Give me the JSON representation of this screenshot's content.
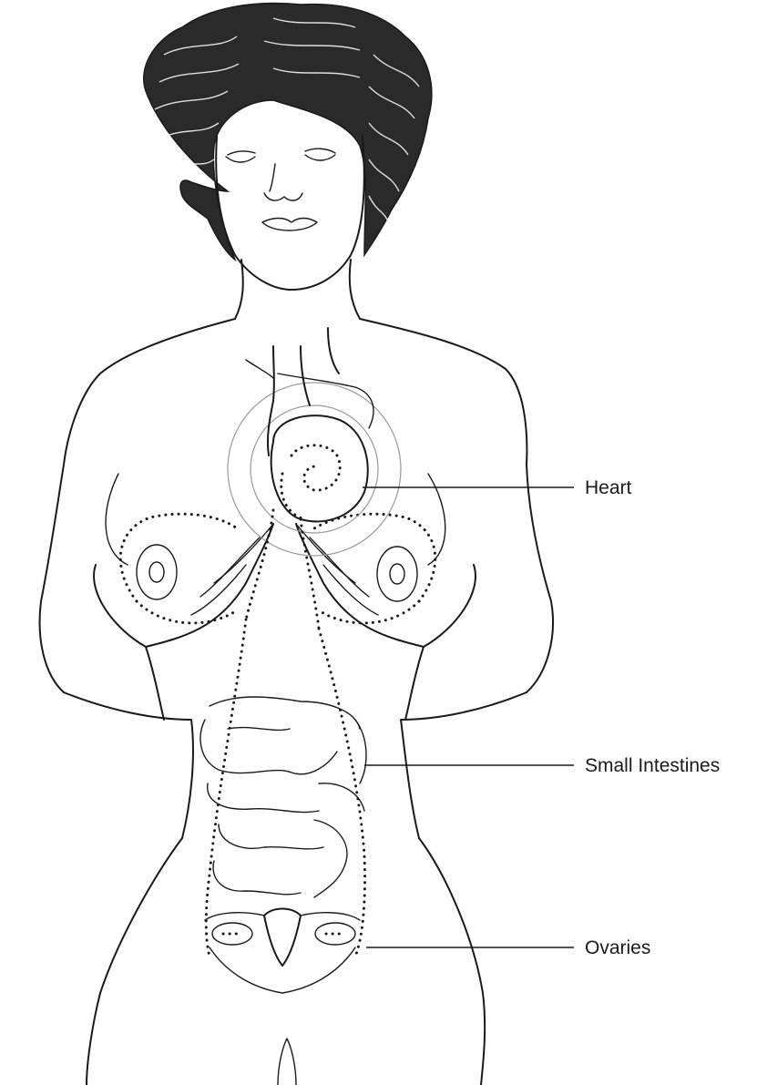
{
  "labels": {
    "heart": "Heart",
    "small_intestines": "Small Intestines",
    "ovaries": "Ovaries"
  },
  "colors": {
    "ink": "#1a1a1a",
    "background": "#ffffff"
  }
}
